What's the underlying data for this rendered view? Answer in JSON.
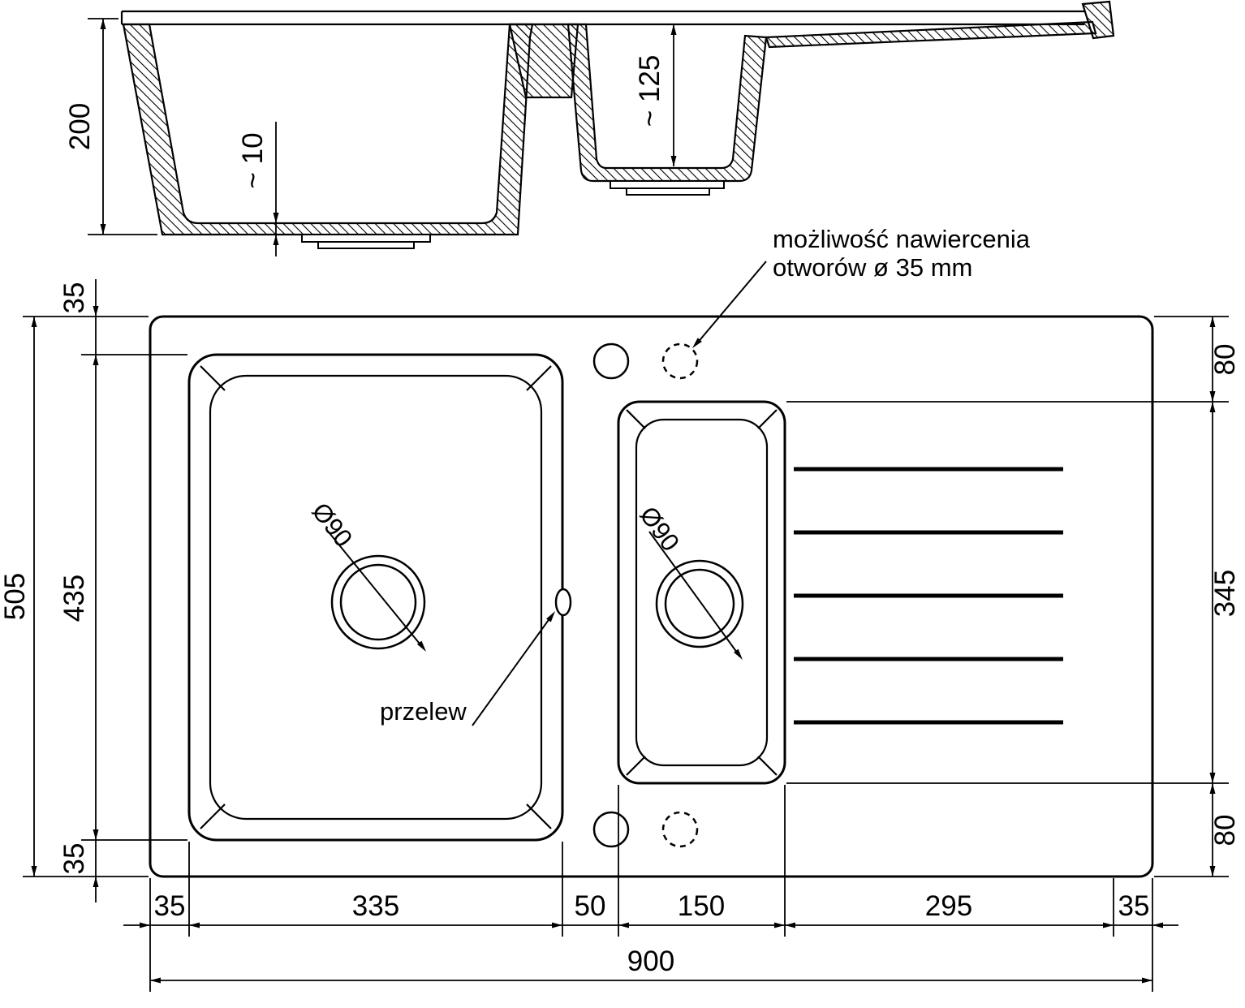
{
  "diagram": {
    "colors": {
      "line": "#000000",
      "background": "#ffffff"
    },
    "section_view": {
      "dims": {
        "depth_main": "200",
        "bottom_thickness": "~ 10",
        "depth_half_bowl": "~ 125"
      }
    },
    "plan_view": {
      "labels": {
        "drill_note_line1": "możliwość nawiercenia",
        "drill_note_line2": "otworów ø 35 mm",
        "overflow": "przelew",
        "drain_left": "Ø90",
        "drain_small": "Ø90"
      },
      "dims": {
        "left_margin_top": "35",
        "bowl_height": "435",
        "left_margin_bottom": "35",
        "total_height": "505",
        "right_top": "80",
        "half_bowl_height": "345",
        "right_bottom": "80",
        "bottom": [
          "35",
          "335",
          "50",
          "150",
          "295",
          "35"
        ],
        "total_width": "900"
      }
    }
  }
}
